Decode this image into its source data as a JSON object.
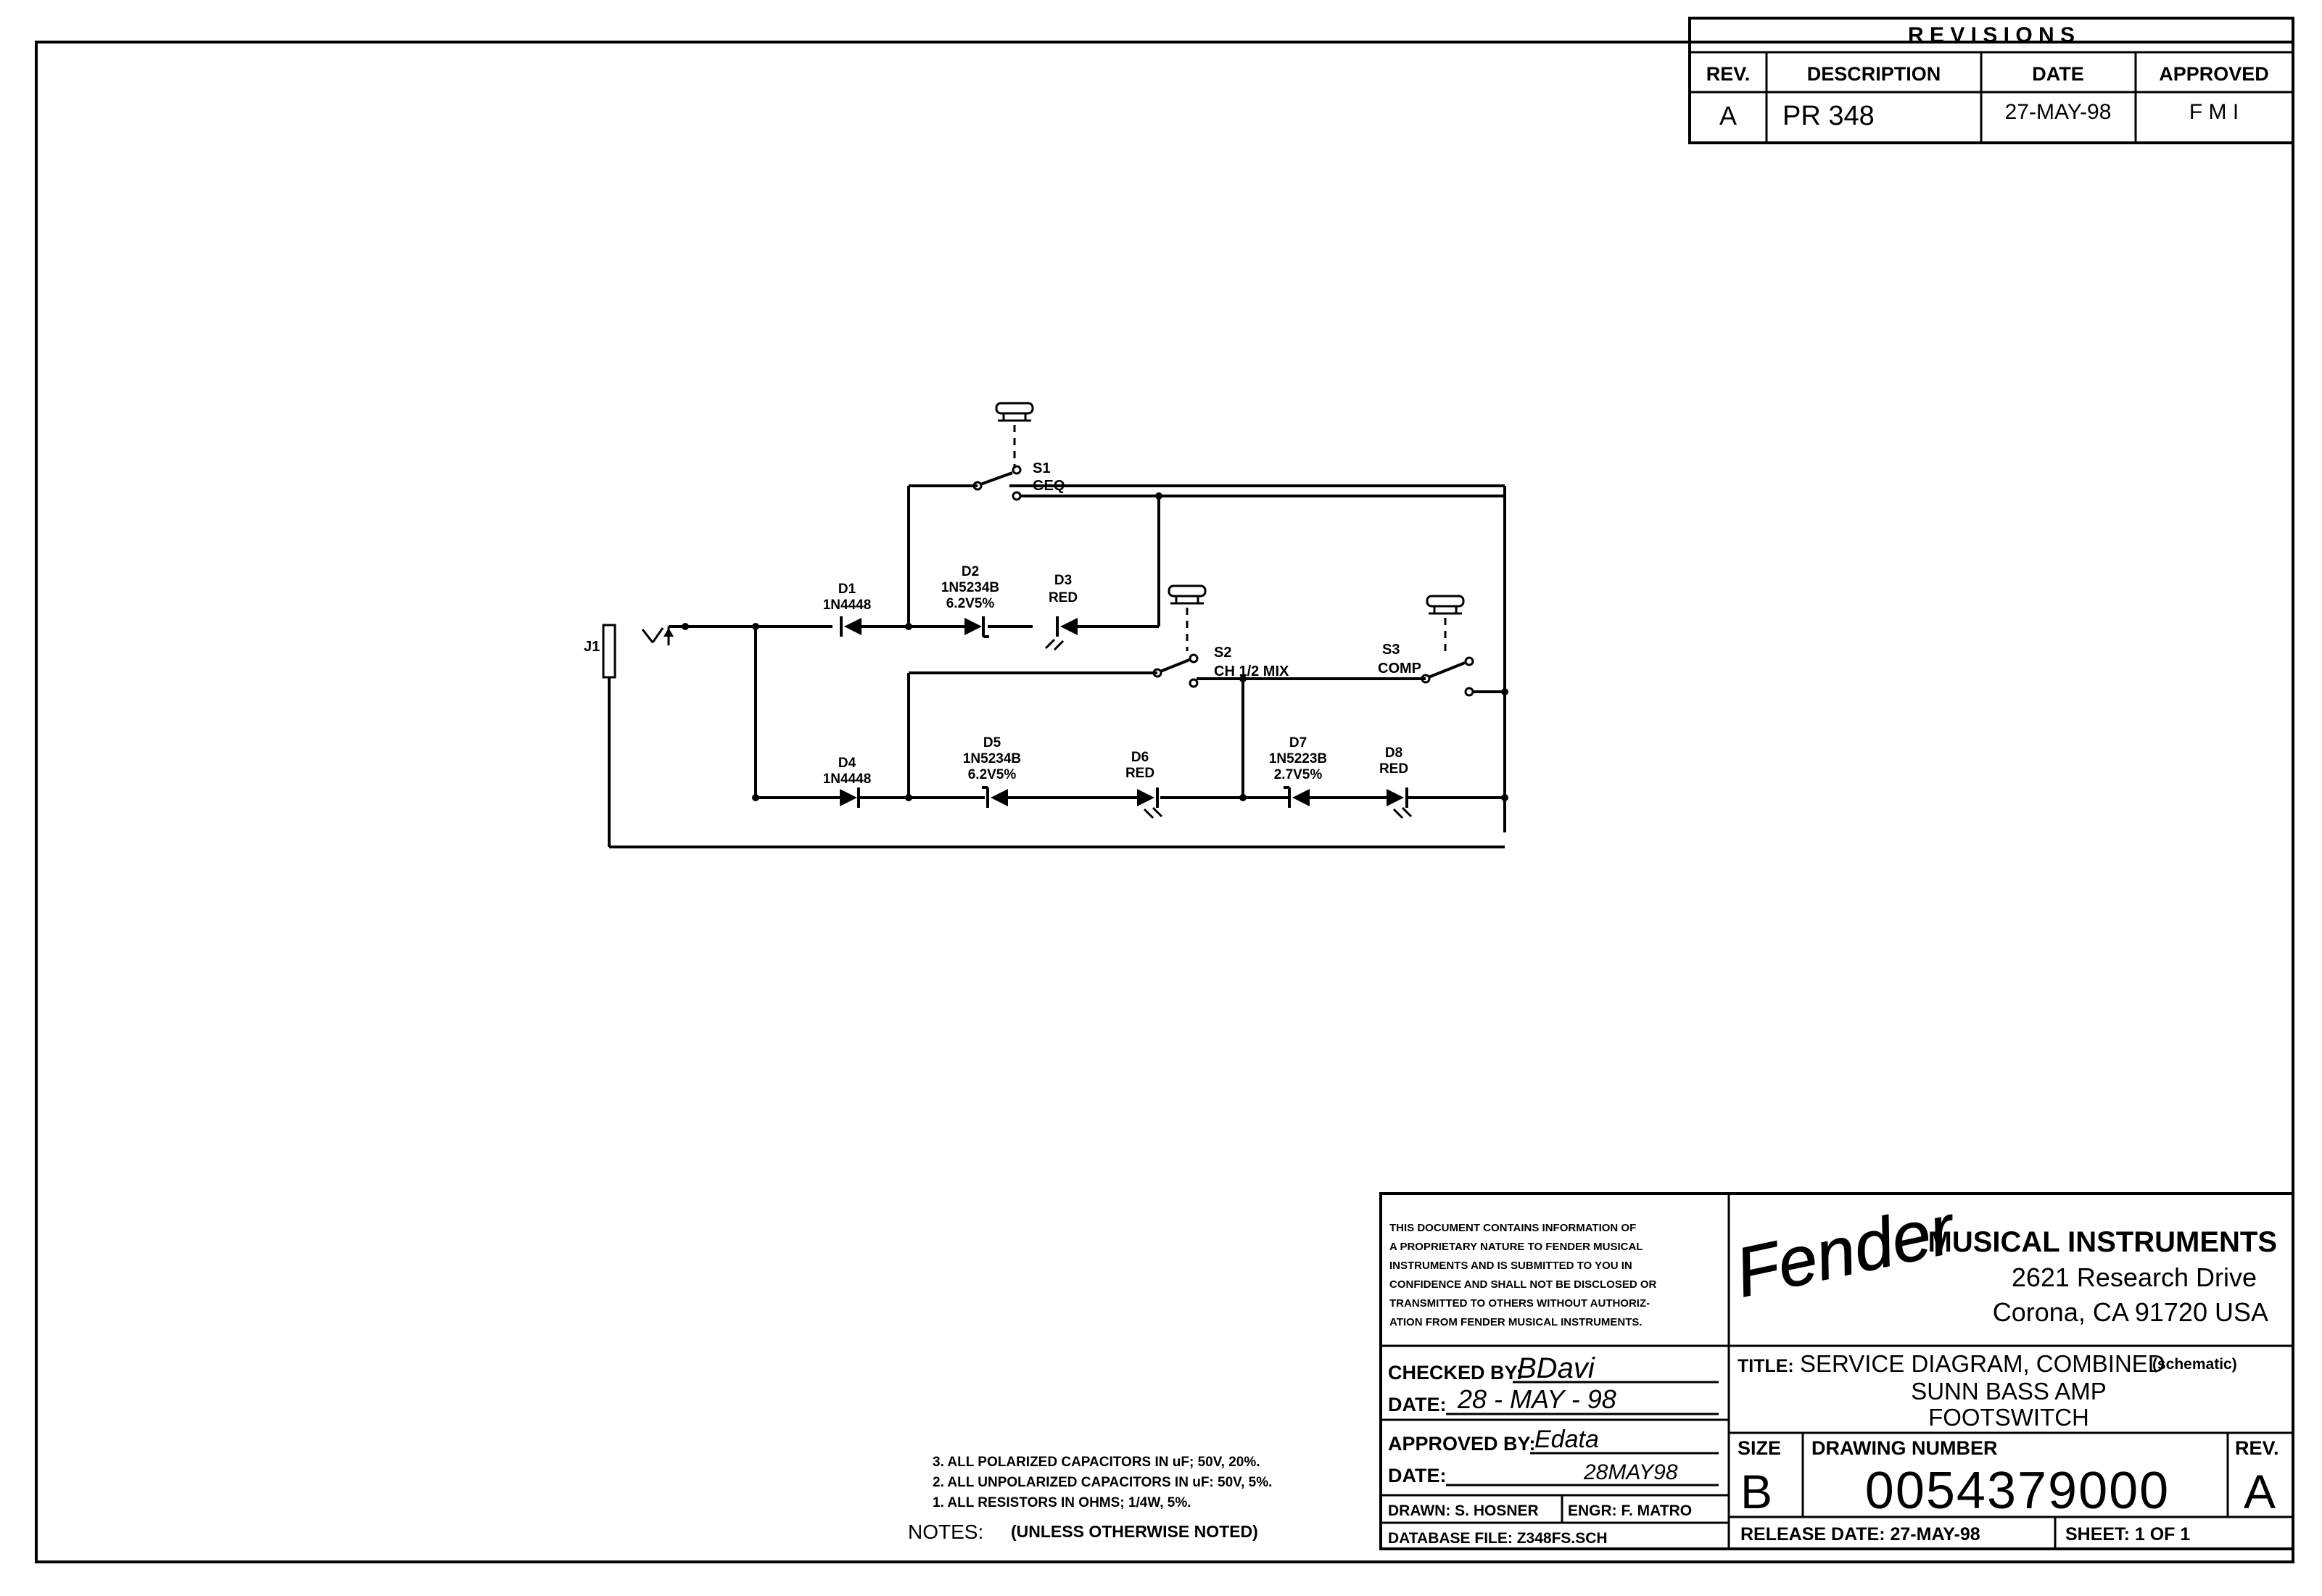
{
  "revisions": {
    "title": "R E V I S I O N S",
    "headers": {
      "rev": "REV.",
      "description": "DESCRIPTION",
      "date": "DATE",
      "approved": "APPROVED"
    },
    "rows": [
      {
        "rev": "A",
        "description": "PR 348",
        "date": "27-MAY-98",
        "approved": "F M I"
      }
    ]
  },
  "schematic": {
    "j1": "J1",
    "s1": {
      "ref": "S1",
      "name": "GEQ"
    },
    "s2": {
      "ref": "S2",
      "name": "CH 1/2 MIX"
    },
    "s3": {
      "ref": "S3",
      "name": "COMP"
    },
    "d1": {
      "ref": "D1",
      "part": "1N4448"
    },
    "d2": {
      "ref": "D2",
      "part": "1N5234B",
      "spec": "6.2V5%"
    },
    "d3": {
      "ref": "D3",
      "part": "RED"
    },
    "d4": {
      "ref": "D4",
      "part": "1N4448"
    },
    "d5": {
      "ref": "D5",
      "part": "1N5234B",
      "spec": "6.2V5%"
    },
    "d6": {
      "ref": "D6",
      "part": "RED"
    },
    "d7": {
      "ref": "D7",
      "part": "1N5223B",
      "spec": "2.7V5%"
    },
    "d8": {
      "ref": "D8",
      "part": "RED"
    }
  },
  "notes": {
    "n3": "3. ALL POLARIZED CAPACITORS IN uF; 50V, 20%.",
    "n2": "2. ALL UNPOLARIZED CAPACITORS IN uF: 50V, 5%.",
    "n1": "1. ALL RESISTORS IN OHMS; 1/4W, 5%.",
    "heading": "NOTES:",
    "qualifier": "(UNLESS OTHERWISE NOTED)"
  },
  "titleblock": {
    "proprietary": [
      "THIS DOCUMENT CONTAINS INFORMATION OF",
      "A PROPRIETARY NATURE TO FENDER MUSICAL",
      "INSTRUMENTS AND IS SUBMITTED TO YOU IN",
      "CONFIDENCE AND SHALL NOT BE DISCLOSED OR",
      "TRANSMITTED TO OTHERS WITHOUT AUTHORIZ-",
      "ATION FROM FENDER MUSICAL INSTRUMENTS."
    ],
    "brand": "Fender",
    "company": "MUSICAL INSTRUMENTS",
    "address1": "2621 Research Drive",
    "address2": "Corona, CA 91720 USA",
    "checked_by_label": "CHECKED BY:",
    "checked_by_sig": "BDavi",
    "checked_date_label": "DATE:",
    "checked_date": "28 - MAY - 98",
    "approved_by_label": "APPROVED BY:",
    "approved_by_sig": "Edata",
    "approved_date_label": "DATE:",
    "approved_date": "28MAY98",
    "drawn": "DRAWN: S. HOSNER",
    "engr": "ENGR: F. MATRO",
    "database": "DATABASE FILE:  Z348FS.SCH",
    "title_label": "TITLE:",
    "title_line1": "SERVICE DIAGRAM, COMBINED",
    "title_note": "(schematic)",
    "title_line2": "SUNN BASS AMP",
    "title_line3": "FOOTSWITCH",
    "size_label": "SIZE",
    "size": "B",
    "drawing_number_label": "DRAWING NUMBER",
    "drawing_number": "0054379000",
    "rev_label": "REV.",
    "rev": "A",
    "release": "RELEASE DATE:  27-MAY-98",
    "sheet": "SHEET:  1  OF  1"
  }
}
